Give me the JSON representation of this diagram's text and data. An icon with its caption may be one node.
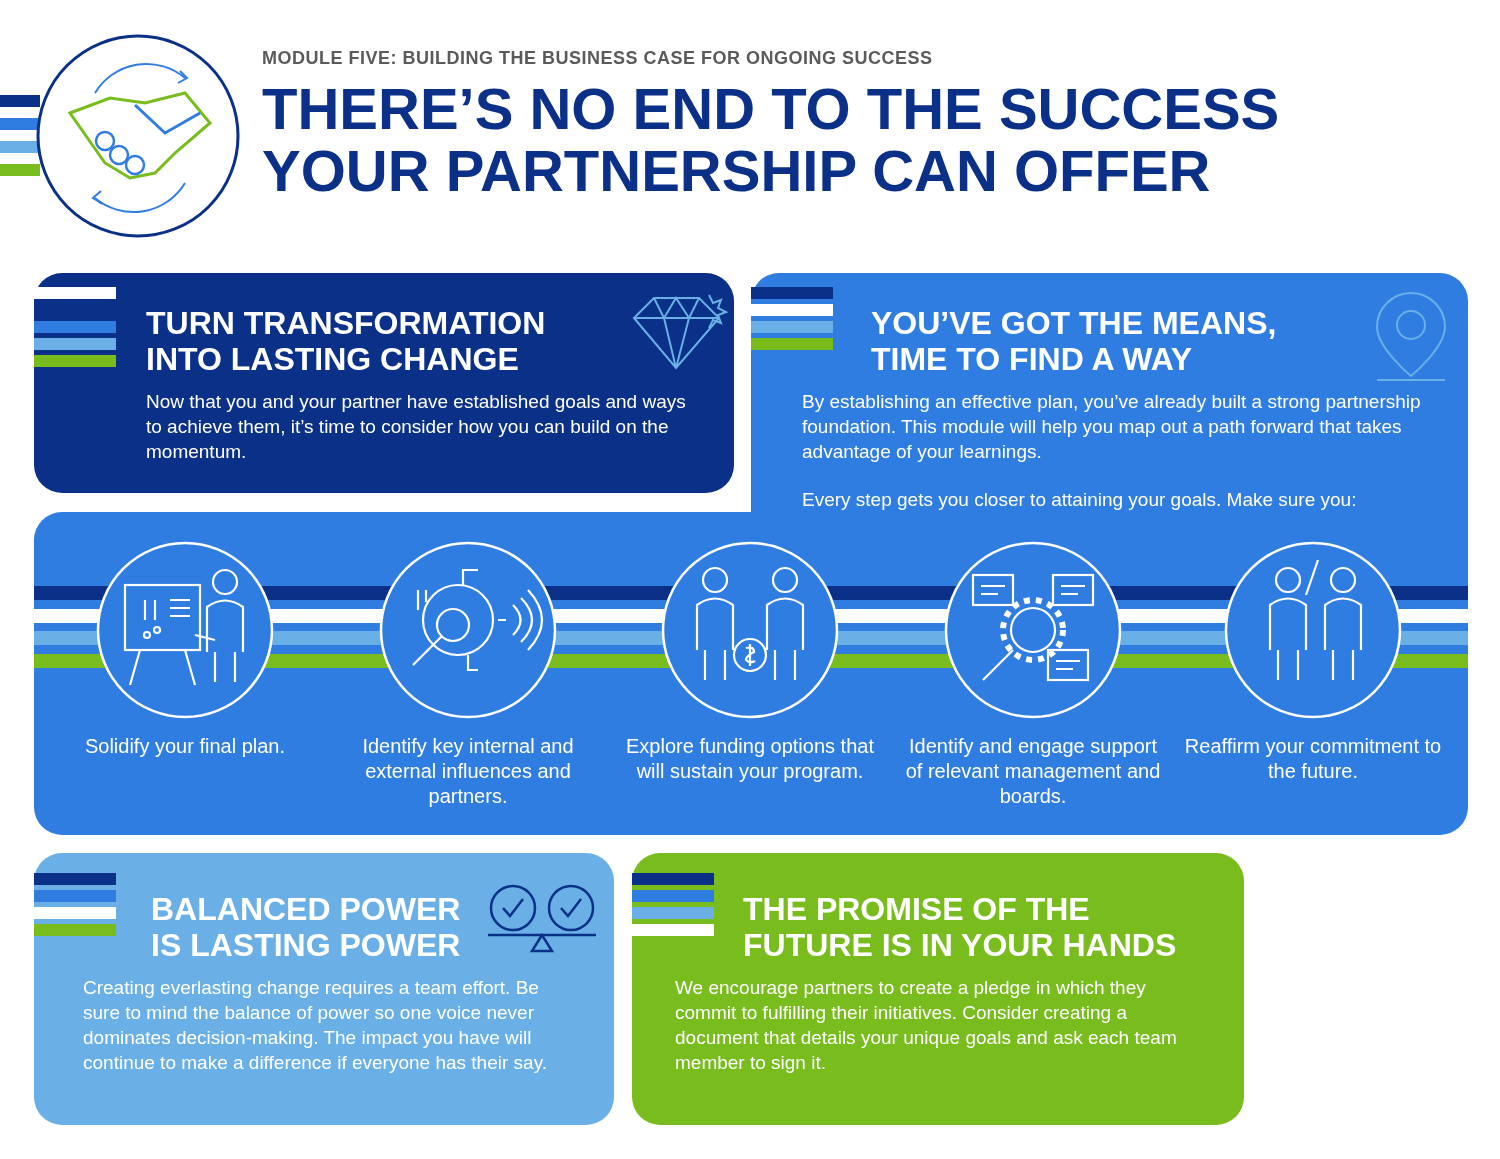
{
  "diagram": {
    "title": "THERE’S NO END TO THE SUCCESS YOUR PARTNERSHIP CAN OFFER",
    "nodes": [
      {
        "text": [
          "TURN TRANSFORMATION INTO LASTING CHANGE",
          "Now that you and your partner have established goals and ways to achieve them, it’s time to consider how you can build on the momentum."
        ]
      },
      {
        "text": [
          "YOU’VE GOT THE MEANS, TIME TO FIND A WAY",
          "By establishing an effective plan, you’ve already built a strong partnership foundation. This module will help you map out a path forward that takes advantage of your learnings.",
          "Every step gets you closer to attaining your goals. Make sure you:"
        ]
      },
      {
        "text": [
          "Solidify your final plan."
        ]
      },
      {
        "text": [
          "Identify key internal and external influences and partners."
        ]
      },
      {
        "text": [
          "Explore funding options that will sustain your program."
        ]
      },
      {
        "text": [
          "Identify and engage support of relevant management and boards."
        ]
      },
      {
        "text": [
          "Reaffirm your commitment to the future."
        ]
      },
      {
        "text": [
          "BALANCED POWER IS LASTING POWER",
          "Creating everlasting change requires a team effort. Be sure to mind the balance of power so one voice never dominates decision-making. The impact you have will continue to make a difference if everyone has their say."
        ]
      },
      {
        "text": [
          "THE PROMISE OF THE FUTURE IS IN YOUR HANDS",
          "We encourage partners to create a pledge in which they commit to fulfilling their initiatives. Consider creating a document that details your unique goals and ask each team member to sign it."
        ]
      }
    ],
    "edges": [],
    "labels": [
      "MODULE FIVE: BUILDING THE BUSINESS CASE FOR ONGOING SUCCESS"
    ]
  }
}
